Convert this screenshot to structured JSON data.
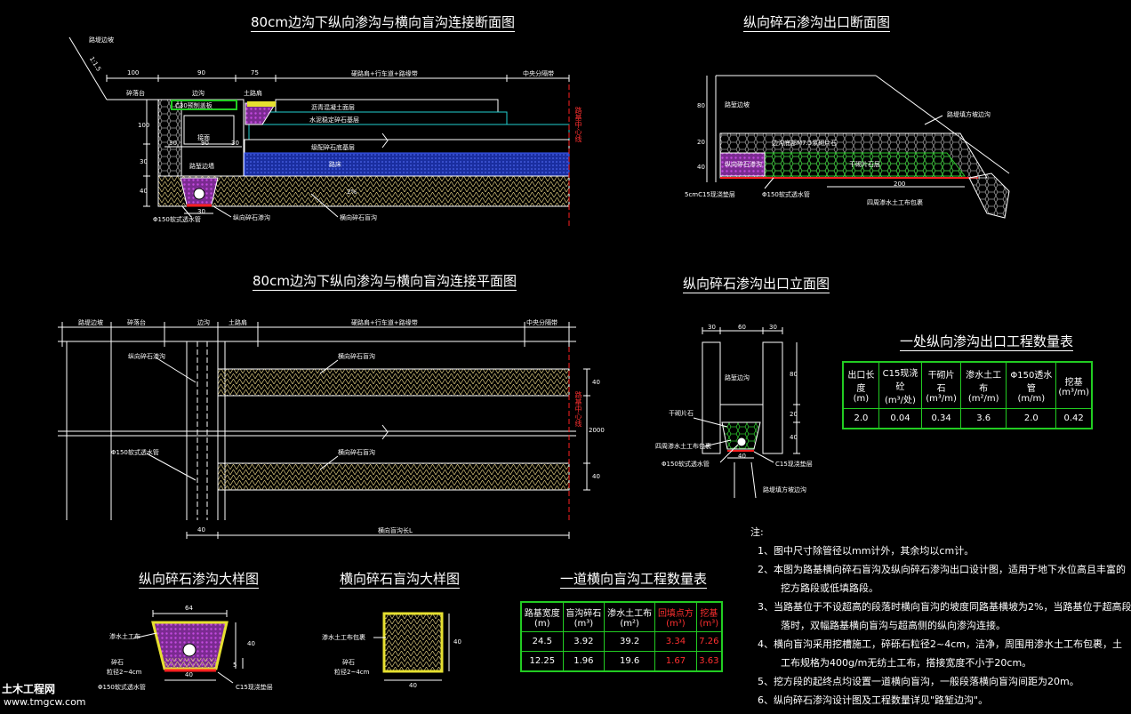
{
  "titles": {
    "section": "80cm边沟下纵向渗沟与横向盲沟连接断面图",
    "outlet_section": "纵向碎石渗沟出口断面图",
    "plan": "80cm边沟下纵向渗沟与横向盲沟连接平面图",
    "outlet_elev": "纵向碎石渗沟出口立面图",
    "long_detail": "纵向碎石渗沟大样图",
    "trans_detail": "横向碎石盲沟大样图",
    "trans_table": "一道横向盲沟工程数量表",
    "outlet_table": "一处纵向渗沟出口工程数量表"
  },
  "section_labels": {
    "slope": "路堤边坡",
    "ratio": "1:1.5",
    "d100": "100",
    "d90": "90",
    "d75": "75",
    "lane": "硬路肩+行车道+路缘带",
    "median": "中央分隔带",
    "slope_guard": "碎落台",
    "ditch": "边沟",
    "curb": "土路肩",
    "cap": "C30预制盖板",
    "surface": "沥青混凝土面层",
    "base": "水泥稳定碎石基层",
    "subbase": "级配碎石底基层",
    "subgrade": "路床",
    "pipe": "Φ150软式透水管",
    "long_drain": "纵向碎石渗沟",
    "trans_drain": "横向碎石盲沟",
    "center": "路基中心线",
    "d30": "30",
    "d40": "40",
    "d30b": "30",
    "d90b": "90",
    "d30c": "30",
    "d100b": "100",
    "d30d": "30",
    "slope_pct": "2%",
    "seat": "接面",
    "wall": "路堑边墙"
  },
  "outlet_labels": {
    "slope": "路堑边坡",
    "stone": "边沟底部M7.5浆砌片石",
    "gravel": "纵向碎石渗沟",
    "dry": "干砌片石层",
    "fill": "路堤填方坡边沟",
    "cushion": "5cmC15现浇垫层",
    "pipe": "Φ150软式透水管",
    "cloth": "四周渗水土工布包裹",
    "d80": "80",
    "d20": "20",
    "d40": "40",
    "d200": "200"
  },
  "plan_labels": {
    "slope": "路堤边坡",
    "guard": "碎落台",
    "ditch": "边沟",
    "curb": "土路肩",
    "lane": "硬路肩+行车道+路缘带",
    "median": "中央分隔带",
    "long_drain": "纵向碎石渗沟",
    "trans1": "横向碎石盲沟",
    "trans2": "横向碎石盲沟",
    "pipe": "Φ150软式透水管",
    "d40": "40",
    "d2000": "2000",
    "d40b": "40",
    "d40c": "40",
    "length": "横向盲沟长L",
    "center": "路基中心线"
  },
  "elev_labels": {
    "d30": "30",
    "d60": "60",
    "d30b": "30",
    "ditch": "路堑边沟",
    "dry": "干砌片石",
    "cloth": "四周渗水土工布包裹",
    "pipe": "Φ150软式透水管",
    "cushion": "C15现浇垫层",
    "fill": "路堤填方坡边沟",
    "d80": "80",
    "d20": "20",
    "d40": "40",
    "d40b": "40"
  },
  "long_detail_labels": {
    "d64": "64",
    "cloth": "渗水土工布",
    "stone": "碎石",
    "size": "粒径2~4cm",
    "pipe": "Φ150软式透水管",
    "cushion": "C15现浇垫层",
    "d40": "40",
    "d40b": "40",
    "d5": "5"
  },
  "trans_detail_labels": {
    "cloth": "渗水土工布包裹",
    "stone": "碎石",
    "size": "粒径2~4cm",
    "d40": "40",
    "d40b": "40"
  },
  "trans_table": {
    "headers": [
      [
        "路基宽度",
        "(m)"
      ],
      [
        "盲沟碎石",
        "(m³)"
      ],
      [
        "渗水土工布",
        "(m²)"
      ],
      [
        "回填点方",
        "(m³)"
      ],
      [
        "挖基",
        "(m³)"
      ]
    ],
    "rows": [
      [
        "24.5",
        "3.92",
        "39.2",
        "3.34",
        "7.26"
      ],
      [
        "12.25",
        "1.96",
        "19.6",
        "1.67",
        "3.63"
      ]
    ]
  },
  "outlet_table": {
    "headers": [
      [
        "出口长度",
        "(m)"
      ],
      [
        "C15现浇砼",
        "(m³/处)"
      ],
      [
        "干砌片石",
        "(m³/m)"
      ],
      [
        "渗水土工布",
        "(m²/m)"
      ],
      [
        "Φ150透水管",
        "(m/m)"
      ],
      [
        "挖基",
        "(m³/m)"
      ]
    ],
    "rows": [
      [
        "2.0",
        "0.04",
        "0.34",
        "3.6",
        "2.0",
        "0.42"
      ]
    ]
  },
  "notes": {
    "title": "注:",
    "lines": [
      "1、图中尺寸除管径以mm计外，其余均以cm计。",
      "2、本图为路基横向碎石盲沟及纵向碎石渗沟出口设计图，适用于地下水位高且丰富的",
      "挖方路段或低填路段。",
      "3、当路基位于不设超高的段落时横向盲沟的坡度同路基横坡为2%，当路基位于超高段",
      "落时，双幅路基横向盲沟与超高侧的纵向渗沟连接。",
      "4、横向盲沟采用挖槽施工，碎砾石粒径2~4cm，洁净，周围用渗水土工布包裹，土",
      "工布规格为400g/m无纺土工布，搭接宽度不小于20cm。",
      "5、挖方段的起终点均设置一道横向盲沟，一般段落横向盲沟间距为20m。",
      "6、纵向碎石渗沟设计图及工程数量详见\"路堑边沟\"。"
    ]
  },
  "watermark": {
    "site": "土木工程网",
    "url": "www.tmgcw.com"
  }
}
